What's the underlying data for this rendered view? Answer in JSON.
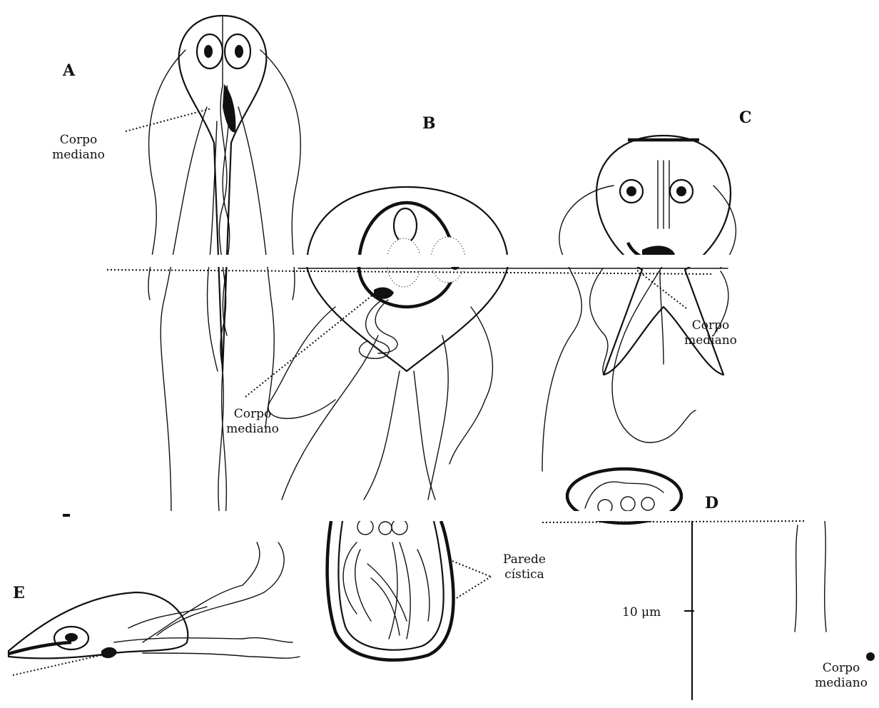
{
  "panels": {
    "a": "A",
    "b": "B",
    "c": "C",
    "d": "D",
    "e": "E"
  },
  "labels": {
    "median_body_a_1": "Corpo",
    "median_body_a_2": "mediano",
    "median_body_b_1": "Corpo",
    "median_body_b_2": "mediano",
    "median_body_c_1": "Corpo",
    "median_body_c_2": "mediano",
    "median_body_e_1": "Corpo",
    "median_body_e_2": "mediano",
    "cyst_wall_1": "Parede",
    "cyst_wall_2": "cística",
    "scale_bar": "10 μm"
  }
}
